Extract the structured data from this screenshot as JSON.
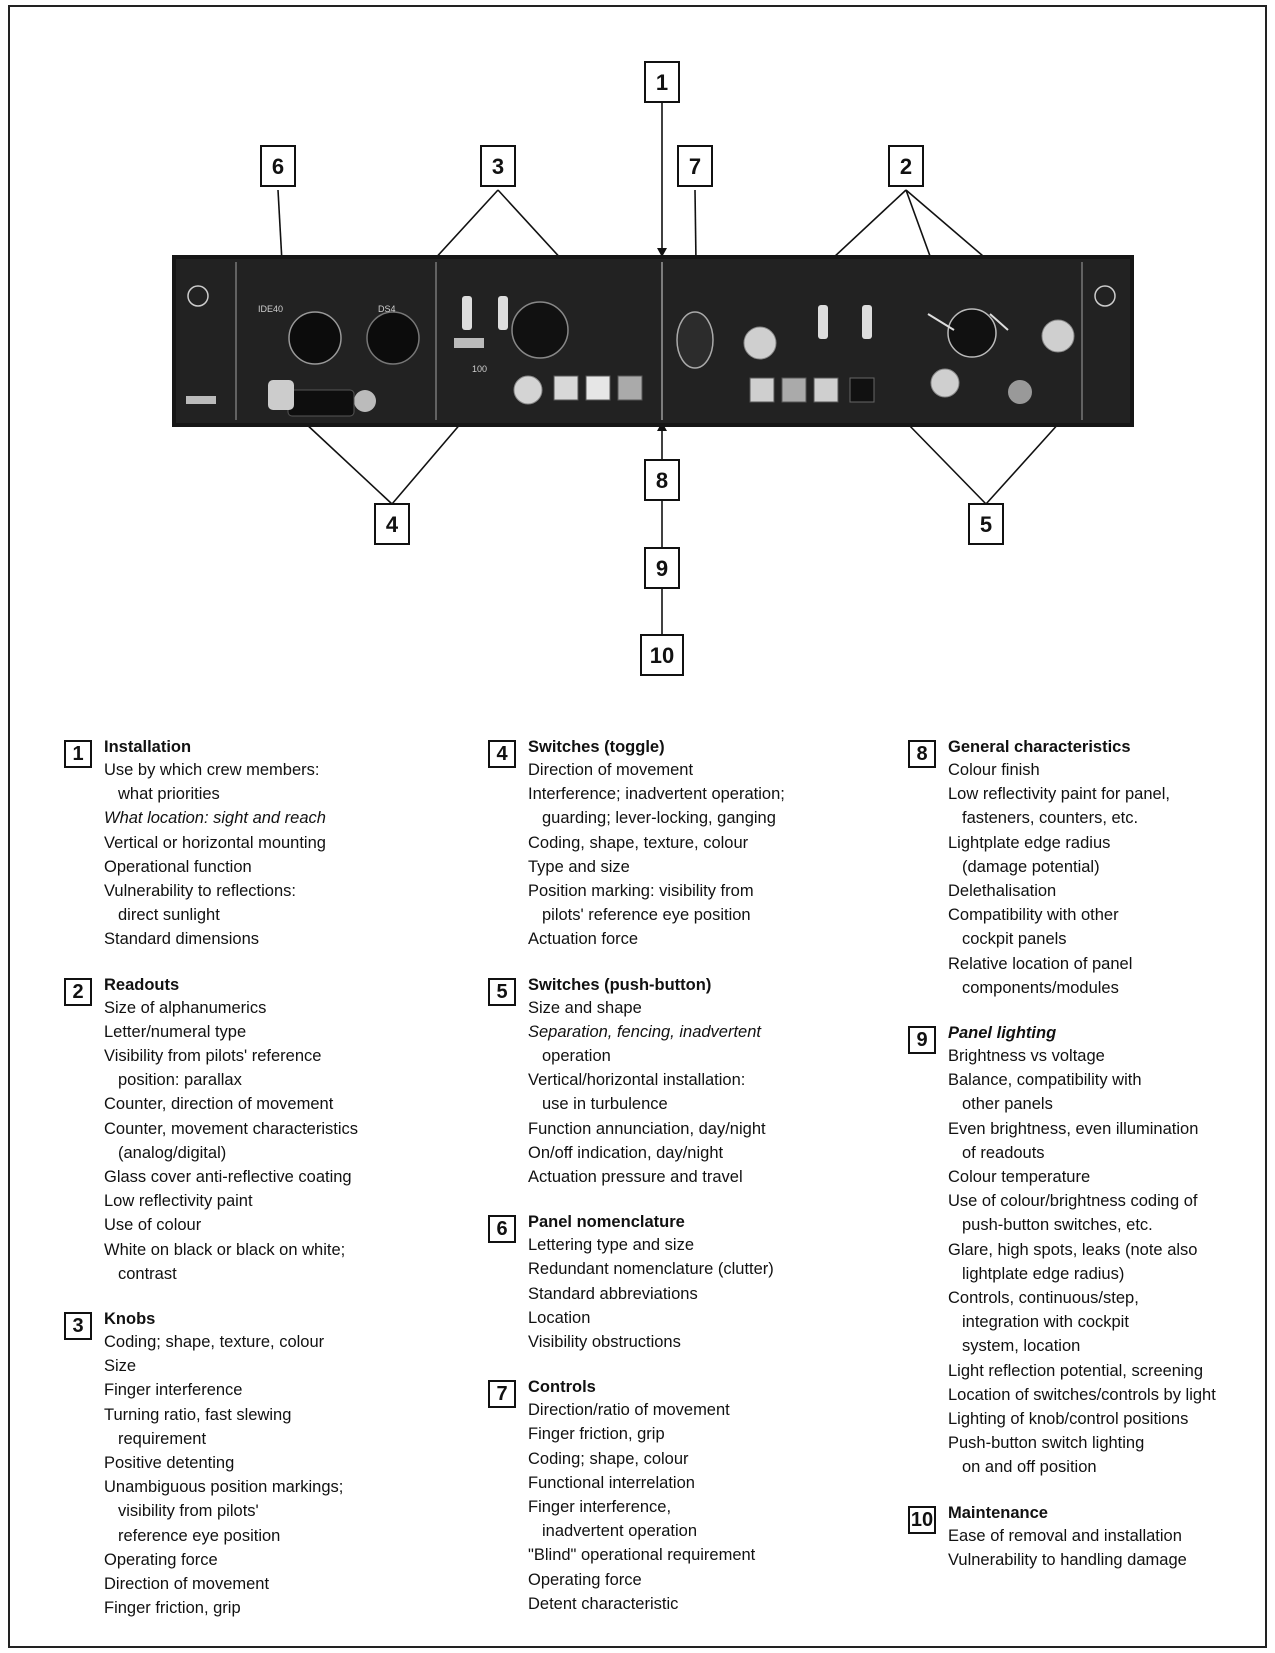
{
  "diagram": {
    "callouts": [
      "1",
      "2",
      "3",
      "4",
      "5",
      "6",
      "7",
      "8",
      "9",
      "10"
    ],
    "panel_labels": [
      "IDE40",
      "DS4",
      "100"
    ]
  },
  "legend": {
    "columns": [
      [
        {
          "num": "1",
          "title": "Installation",
          "title_italic": false,
          "lines": [
            {
              "t": "Use by which crew members:",
              "i": 0,
              "it": false
            },
            {
              "t": "what priorities",
              "i": 1,
              "it": false
            },
            {
              "t": "What location: sight and reach",
              "i": 0,
              "it": true
            },
            {
              "t": "Vertical or horizontal mounting",
              "i": 0,
              "it": false
            },
            {
              "t": "Operational function",
              "i": 0,
              "it": false
            },
            {
              "t": "Vulnerability to reflections:",
              "i": 0,
              "it": false
            },
            {
              "t": "direct sunlight",
              "i": 1,
              "it": false
            },
            {
              "t": "Standard dimensions",
              "i": 0,
              "it": false
            }
          ]
        },
        {
          "num": "2",
          "title": "Readouts",
          "title_italic": false,
          "lines": [
            {
              "t": "Size of alphanumerics",
              "i": 0,
              "it": false
            },
            {
              "t": "Letter/numeral type",
              "i": 0,
              "it": false
            },
            {
              "t": "Visibility from pilots' reference",
              "i": 0,
              "it": false
            },
            {
              "t": "position: parallax",
              "i": 1,
              "it": false
            },
            {
              "t": "Counter, direction of movement",
              "i": 0,
              "it": false
            },
            {
              "t": "Counter, movement characteristics",
              "i": 0,
              "it": false
            },
            {
              "t": "(analog/digital)",
              "i": 1,
              "it": false
            },
            {
              "t": "Glass cover anti-reflective coating",
              "i": 0,
              "it": false
            },
            {
              "t": "Low reflectivity paint",
              "i": 0,
              "it": false
            },
            {
              "t": "Use of colour",
              "i": 0,
              "it": false
            },
            {
              "t": "White on black or black on white;",
              "i": 0,
              "it": false
            },
            {
              "t": "contrast",
              "i": 1,
              "it": false
            }
          ]
        },
        {
          "num": "3",
          "title": "Knobs",
          "title_italic": false,
          "lines": [
            {
              "t": "Coding; shape, texture, colour",
              "i": 0,
              "it": false
            },
            {
              "t": "Size",
              "i": 0,
              "it": false
            },
            {
              "t": "Finger interference",
              "i": 0,
              "it": false
            },
            {
              "t": "Turning ratio, fast slewing",
              "i": 0,
              "it": false
            },
            {
              "t": "requirement",
              "i": 1,
              "it": false
            },
            {
              "t": "Positive detenting",
              "i": 0,
              "it": false
            },
            {
              "t": "Unambiguous position markings;",
              "i": 0,
              "it": false
            },
            {
              "t": "visibility from pilots'",
              "i": 1,
              "it": false
            },
            {
              "t": "reference eye position",
              "i": 1,
              "it": false
            },
            {
              "t": "Operating force",
              "i": 0,
              "it": false
            },
            {
              "t": "Direction of movement",
              "i": 0,
              "it": false
            },
            {
              "t": "Finger friction, grip",
              "i": 0,
              "it": false
            }
          ]
        }
      ],
      [
        {
          "num": "4",
          "title": "Switches (toggle)",
          "title_italic": false,
          "lines": [
            {
              "t": "Direction of movement",
              "i": 0,
              "it": false
            },
            {
              "t": "Interference; inadvertent operation;",
              "i": 0,
              "it": false
            },
            {
              "t": "guarding; lever-locking, ganging",
              "i": 1,
              "it": false
            },
            {
              "t": "Coding, shape, texture, colour",
              "i": 0,
              "it": false
            },
            {
              "t": "Type and size",
              "i": 0,
              "it": false
            },
            {
              "t": "Position marking: visibility from",
              "i": 0,
              "it": false
            },
            {
              "t": "pilots' reference eye position",
              "i": 1,
              "it": false
            },
            {
              "t": "Actuation force",
              "i": 0,
              "it": false
            }
          ]
        },
        {
          "num": "5",
          "title": "Switches (push-button)",
          "title_italic": false,
          "lines": [
            {
              "t": "Size and shape",
              "i": 0,
              "it": false
            },
            {
              "t": "Separation, fencing, inadvertent",
              "i": 0,
              "it": true
            },
            {
              "t": "operation",
              "i": 1,
              "it": false
            },
            {
              "t": "Vertical/horizontal installation:",
              "i": 0,
              "it": false
            },
            {
              "t": "use in turbulence",
              "i": 1,
              "it": false
            },
            {
              "t": "Function annunciation, day/night",
              "i": 0,
              "it": false
            },
            {
              "t": "On/off indication, day/night",
              "i": 0,
              "it": false
            },
            {
              "t": "Actuation pressure and travel",
              "i": 0,
              "it": false
            }
          ]
        },
        {
          "num": "6",
          "title": "Panel nomenclature",
          "title_italic": false,
          "lines": [
            {
              "t": "Lettering type and size",
              "i": 0,
              "it": false
            },
            {
              "t": "Redundant nomenclature (clutter)",
              "i": 0,
              "it": false
            },
            {
              "t": "Standard abbreviations",
              "i": 0,
              "it": false
            },
            {
              "t": "Location",
              "i": 0,
              "it": false
            },
            {
              "t": "Visibility obstructions",
              "i": 0,
              "it": false
            }
          ]
        },
        {
          "num": "7",
          "title": "Controls",
          "title_italic": false,
          "lines": [
            {
              "t": "Direction/ratio of movement",
              "i": 0,
              "it": false
            },
            {
              "t": "Finger friction, grip",
              "i": 0,
              "it": false
            },
            {
              "t": "Coding; shape, colour",
              "i": 0,
              "it": false
            },
            {
              "t": "Functional interrelation",
              "i": 0,
              "it": false
            },
            {
              "t": "Finger interference,",
              "i": 0,
              "it": false
            },
            {
              "t": "inadvertent operation",
              "i": 1,
              "it": false
            },
            {
              "t": "\"Blind\" operational requirement",
              "i": 0,
              "it": false
            },
            {
              "t": "Operating force",
              "i": 0,
              "it": false
            },
            {
              "t": "Detent characteristic",
              "i": 0,
              "it": false
            }
          ]
        }
      ],
      [
        {
          "num": "8",
          "title": "General characteristics",
          "title_italic": false,
          "lines": [
            {
              "t": "Colour finish",
              "i": 0,
              "it": false
            },
            {
              "t": "Low reflectivity paint for panel,",
              "i": 0,
              "it": false
            },
            {
              "t": "fasteners, counters, etc.",
              "i": 1,
              "it": false
            },
            {
              "t": "Lightplate edge radius",
              "i": 0,
              "it": false
            },
            {
              "t": "(damage potential)",
              "i": 1,
              "it": false
            },
            {
              "t": "Delethalisation",
              "i": 0,
              "it": false
            },
            {
              "t": "Compatibility with other",
              "i": 0,
              "it": false
            },
            {
              "t": "cockpit panels",
              "i": 1,
              "it": false
            },
            {
              "t": "Relative location of panel",
              "i": 0,
              "it": false
            },
            {
              "t": "components/modules",
              "i": 1,
              "it": false
            }
          ]
        },
        {
          "num": "9",
          "title": "Panel lighting",
          "title_italic": true,
          "lines": [
            {
              "t": "Brightness vs voltage",
              "i": 0,
              "it": false
            },
            {
              "t": "Balance, compatibility with",
              "i": 0,
              "it": false
            },
            {
              "t": "other panels",
              "i": 1,
              "it": false
            },
            {
              "t": "Even brightness, even illumination",
              "i": 0,
              "it": false
            },
            {
              "t": "of readouts",
              "i": 1,
              "it": false
            },
            {
              "t": "Colour temperature",
              "i": 0,
              "it": false
            },
            {
              "t": "Use of colour/brightness coding of",
              "i": 0,
              "it": false
            },
            {
              "t": "push-button switches, etc.",
              "i": 1,
              "it": false
            },
            {
              "t": "Glare, high spots, leaks (note also",
              "i": 0,
              "it": false
            },
            {
              "t": "lightplate edge radius)",
              "i": 1,
              "it": false
            },
            {
              "t": "Controls, continuous/step,",
              "i": 0,
              "it": false
            },
            {
              "t": "integration with cockpit",
              "i": 1,
              "it": false
            },
            {
              "t": "system, location",
              "i": 1,
              "it": false
            },
            {
              "t": "Light reflection potential, screening",
              "i": 0,
              "it": false
            },
            {
              "t": "Location of switches/controls by light",
              "i": 0,
              "it": false
            },
            {
              "t": "Lighting of knob/control positions",
              "i": 0,
              "it": false
            },
            {
              "t": "Push-button switch lighting",
              "i": 0,
              "it": false
            },
            {
              "t": "on and off position",
              "i": 1,
              "it": false
            }
          ]
        },
        {
          "num": "10",
          "title": "Maintenance",
          "title_italic": false,
          "lines": [
            {
              "t": "Ease of removal and installation",
              "i": 0,
              "it": false
            },
            {
              "t": "Vulnerability to handling damage",
              "i": 0,
              "it": false
            }
          ]
        }
      ]
    ]
  }
}
